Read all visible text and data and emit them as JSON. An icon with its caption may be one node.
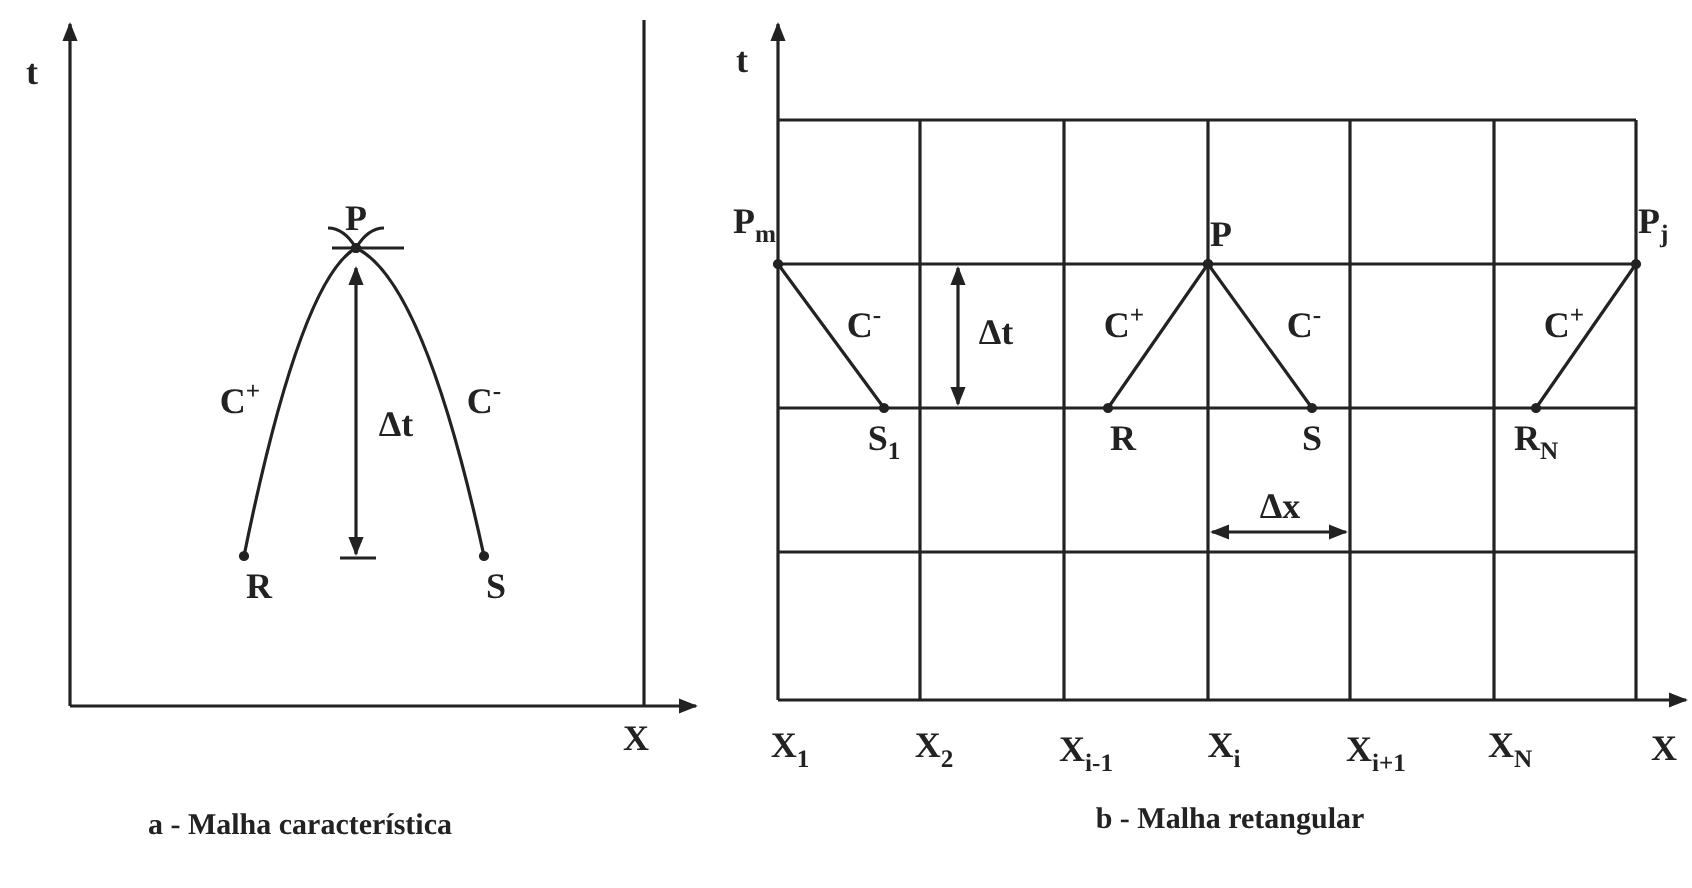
{
  "diagram": {
    "nodes": [
      {
        "text": [
          "P"
        ]
      },
      {
        "text": [
          "R"
        ]
      },
      {
        "text": [
          "S"
        ]
      },
      {
        "text": [
          "P$_{m}$"
        ]
      },
      {
        "text": [
          "P"
        ]
      },
      {
        "text": [
          "P$_{j}$"
        ]
      },
      {
        "text": [
          "S$_{1}$"
        ]
      },
      {
        "text": [
          "R"
        ]
      },
      {
        "text": [
          "S"
        ]
      },
      {
        "text": [
          "R$_{N}$"
        ]
      }
    ],
    "edges": [
      {
        "from": 1,
        "to": 0,
        "arrow": "other",
        "label": "C$^{+}$"
      },
      {
        "from": 2,
        "to": 0,
        "arrow": "other",
        "label": "C$^{-}$"
      },
      {
        "from": 3,
        "to": 6,
        "arrow": "other",
        "label": "C$^{-}$"
      },
      {
        "from": 7,
        "to": 4,
        "arrow": "other",
        "label": "C$^{+}$"
      },
      {
        "from": 4,
        "to": 8,
        "arrow": "other",
        "label": "C$^{-}$"
      },
      {
        "from": 9,
        "to": 5,
        "arrow": "other",
        "label": "C$^{+}$"
      }
    ],
    "labels": [
      "t",
      "Δt",
      "X",
      "t",
      "Δt",
      "Δx",
      "X$_{1}$",
      "X$_{2}$",
      "X$_{i-1}$",
      "X$_{i}$",
      "X$_{i+1}$",
      "X$_{N}$",
      "X",
      "a - Malha característica",
      "b - Malha retangular"
    ]
  }
}
